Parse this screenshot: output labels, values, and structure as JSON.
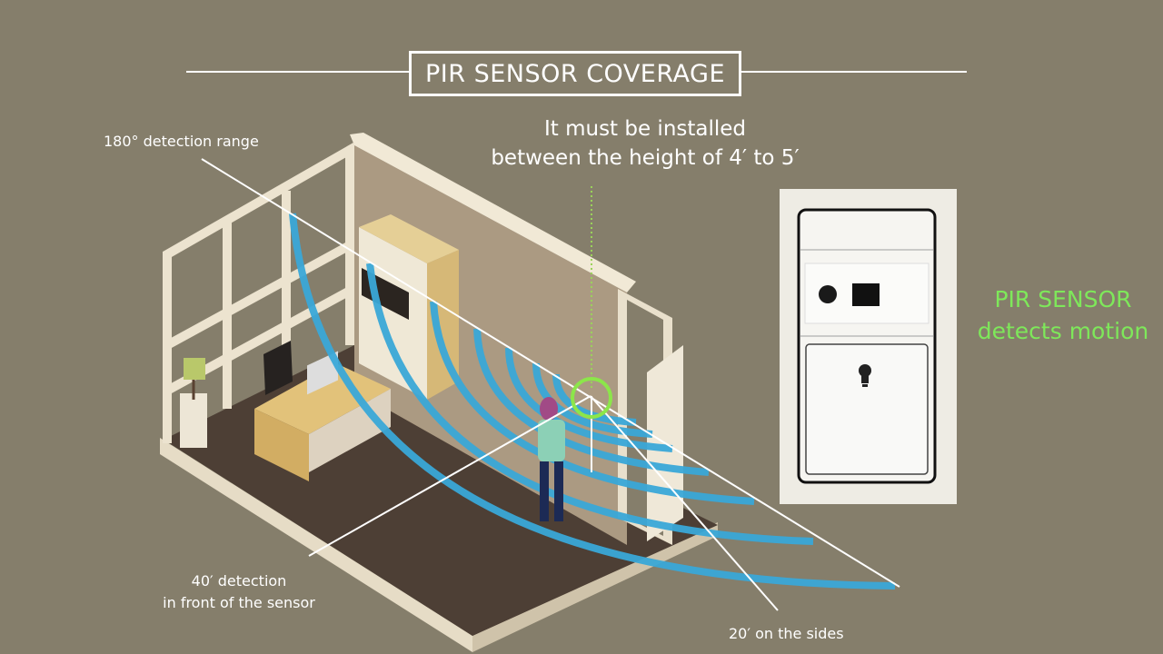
{
  "title": "PIR SENSOR COVERAGE",
  "install_note": {
    "line1": "It must be installed",
    "line2": "between the height of 4′ to 5′"
  },
  "labels": {
    "range": "180° detection range",
    "front_line1": "40′ detection",
    "front_line2": "in front of the sensor",
    "sides": "20′ on the sides"
  },
  "sensor_caption": {
    "line1": "PIR SENSOR",
    "line2": "detects motion"
  },
  "colors": {
    "background": "#857e6b",
    "accent_green": "#7ee85a",
    "wave_blue": "#3aa8d8"
  },
  "icons": {
    "sensor_lens": "lens-icon",
    "lightbulb": "lightbulb-icon"
  }
}
